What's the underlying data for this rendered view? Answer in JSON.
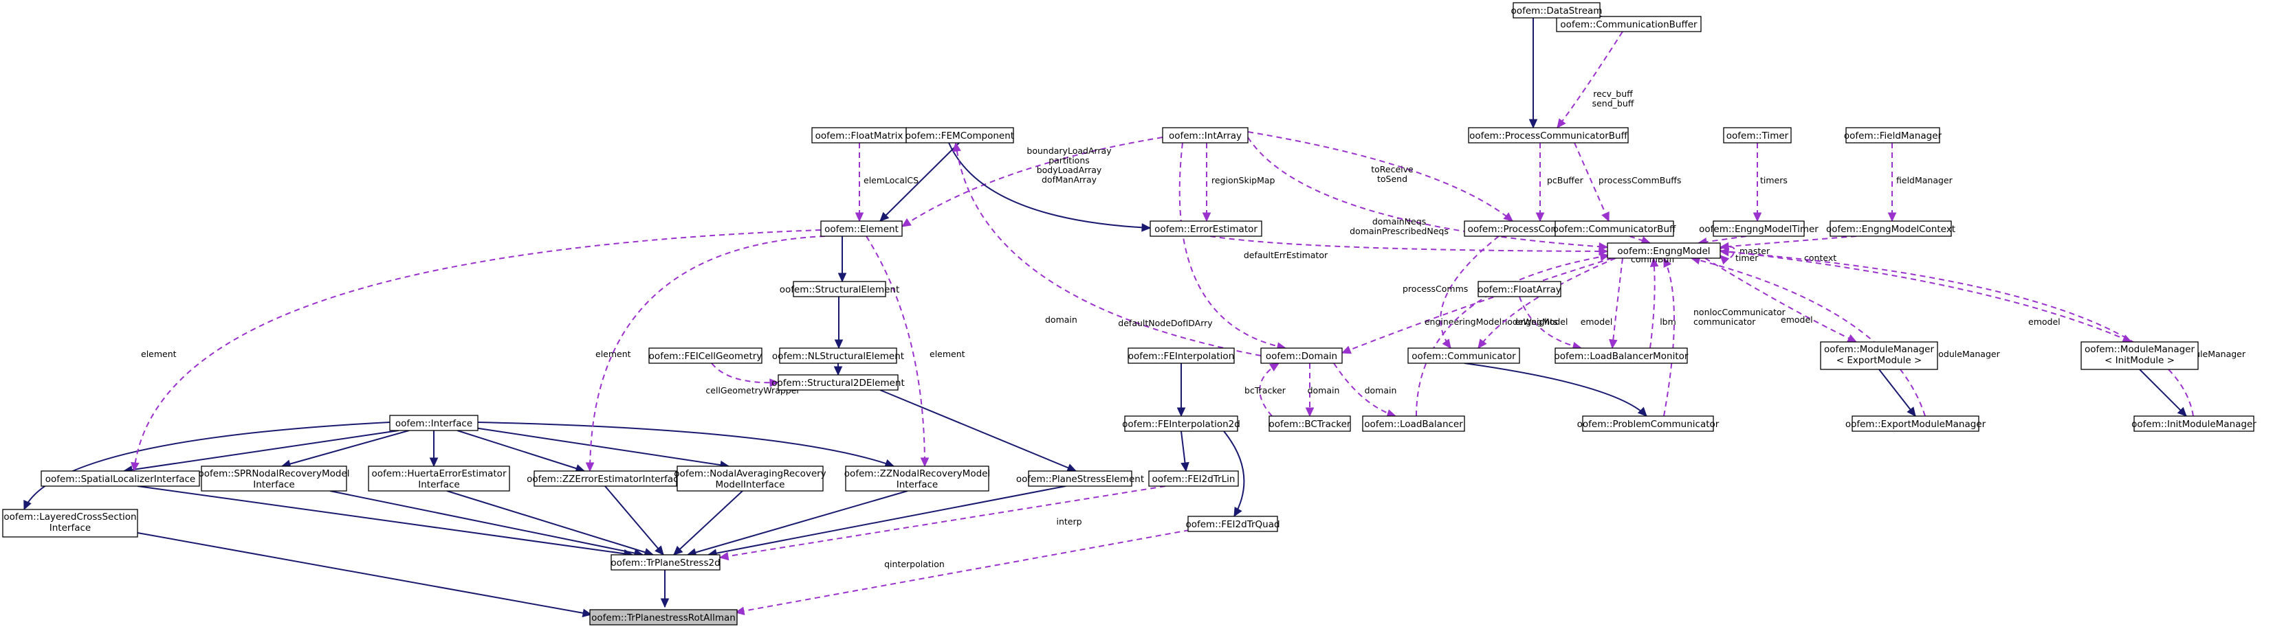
{
  "nodes": [
    {
      "id": "root",
      "lines": [
        "oofem::TrPlanestressRotAllman"
      ]
    },
    {
      "id": "trps2d",
      "lines": [
        "oofem::TrPlaneStress2d"
      ]
    },
    {
      "id": "layered",
      "lines": [
        "oofem::LayeredCrossSection",
        "Interface"
      ]
    },
    {
      "id": "spatial",
      "lines": [
        "oofem::SpatialLocalizerInterface"
      ]
    },
    {
      "id": "spr",
      "lines": [
        "oofem::SPRNodalRecoveryModel",
        "Interface"
      ]
    },
    {
      "id": "huerta",
      "lines": [
        "oofem::HuertaErrorEstimator",
        "Interface"
      ]
    },
    {
      "id": "zzerr",
      "lines": [
        "oofem::ZZErrorEstimatorInterface"
      ]
    },
    {
      "id": "nodalavg",
      "lines": [
        "oofem::NodalAveragingRecovery",
        "ModelInterface"
      ]
    },
    {
      "id": "zznodal",
      "lines": [
        "oofem::ZZNodalRecoveryModel",
        "Interface"
      ]
    },
    {
      "id": "pse",
      "lines": [
        "oofem::PlaneStressElement"
      ]
    },
    {
      "id": "interface",
      "lines": [
        "oofem::Interface"
      ]
    },
    {
      "id": "s2d",
      "lines": [
        "oofem::Structural2DElement"
      ]
    },
    {
      "id": "feicell",
      "lines": [
        "oofem::FEICellGeometry"
      ]
    },
    {
      "id": "nlse",
      "lines": [
        "oofem::NLStructuralElement"
      ]
    },
    {
      "id": "se",
      "lines": [
        "oofem::StructuralElement"
      ]
    },
    {
      "id": "element",
      "lines": [
        "oofem::Element"
      ]
    },
    {
      "id": "floatmatrix",
      "lines": [
        "oofem::FloatMatrix"
      ]
    },
    {
      "id": "femcomp",
      "lines": [
        "oofem::FEMComponent"
      ]
    },
    {
      "id": "intarray",
      "lines": [
        "oofem::IntArray"
      ]
    },
    {
      "id": "errest",
      "lines": [
        "oofem::ErrorEstimator"
      ]
    },
    {
      "id": "domain",
      "lines": [
        "oofem::Domain"
      ]
    },
    {
      "id": "bctracker",
      "lines": [
        "oofem::BCTracker"
      ]
    },
    {
      "id": "feinterp",
      "lines": [
        "oofem::FEInterpolation"
      ]
    },
    {
      "id": "feinterp2d",
      "lines": [
        "oofem::FEInterpolation2d"
      ]
    },
    {
      "id": "fei2dtrlin",
      "lines": [
        "oofem::FEI2dTrLin"
      ]
    },
    {
      "id": "fei2dtrquad",
      "lines": [
        "oofem::FEI2dTrQuad"
      ]
    },
    {
      "id": "floatarray",
      "lines": [
        "oofem::FloatArray"
      ]
    },
    {
      "id": "loadbalancer",
      "lines": [
        "oofem::LoadBalancer"
      ]
    },
    {
      "id": "lbmonitor",
      "lines": [
        "oofem::LoadBalancerMonitor"
      ]
    },
    {
      "id": "communicator",
      "lines": [
        "oofem::Communicator"
      ]
    },
    {
      "id": "probcomm",
      "lines": [
        "oofem::ProblemCommunicator"
      ]
    },
    {
      "id": "proccomm",
      "lines": [
        "oofem::ProcessCommunicator"
      ]
    },
    {
      "id": "proccommbuff",
      "lines": [
        "oofem::ProcessCommunicatorBuff"
      ]
    },
    {
      "id": "commbuffer",
      "lines": [
        "oofem::CommunicationBuffer"
      ]
    },
    {
      "id": "datastream",
      "lines": [
        "oofem::DataStream"
      ]
    },
    {
      "id": "commbuff",
      "lines": [
        "oofem::CommunicatorBuff"
      ]
    },
    {
      "id": "engng",
      "lines": [
        "oofem::EngngModel"
      ]
    },
    {
      "id": "timer",
      "lines": [
        "oofem::Timer"
      ]
    },
    {
      "id": "engngtimer",
      "lines": [
        "oofem::EngngModelTimer"
      ]
    },
    {
      "id": "fieldmgr",
      "lines": [
        "oofem::FieldManager"
      ]
    },
    {
      "id": "engngctx",
      "lines": [
        "oofem::EngngModelContext"
      ]
    },
    {
      "id": "modmgrexp",
      "lines": [
        "oofem::ModuleManager",
        "< ExportModule >"
      ]
    },
    {
      "id": "expmodmgr",
      "lines": [
        "oofem::ExportModuleManager"
      ]
    },
    {
      "id": "modmgrinit",
      "lines": [
        "oofem::ModuleManager",
        "< InitModule >"
      ]
    },
    {
      "id": "initmodmgr",
      "lines": [
        "oofem::InitModuleManager"
      ]
    }
  ],
  "edges": [
    {
      "id": "e-trps-root",
      "kind": "inherit",
      "lines": []
    },
    {
      "id": "e-lay-root",
      "kind": "inherit",
      "lines": []
    },
    {
      "id": "e-quad-root",
      "kind": "usage",
      "lines": [
        "qinterpolation"
      ]
    },
    {
      "id": "e-spatial-trps",
      "kind": "inherit",
      "lines": []
    },
    {
      "id": "e-spr-trps",
      "kind": "inherit",
      "lines": []
    },
    {
      "id": "e-huerta-trps",
      "kind": "inherit",
      "lines": []
    },
    {
      "id": "e-zzerr-trps",
      "kind": "inherit",
      "lines": []
    },
    {
      "id": "e-nodalavg-trps",
      "kind": "inherit",
      "lines": []
    },
    {
      "id": "e-zznodal-trps",
      "kind": "inherit",
      "lines": []
    },
    {
      "id": "e-pse-trps",
      "kind": "inherit",
      "lines": []
    },
    {
      "id": "e-lin-trps",
      "kind": "usage",
      "lines": [
        "interp"
      ]
    },
    {
      "id": "e-if-layered",
      "kind": "inherit",
      "lines": []
    },
    {
      "id": "e-if-spatial",
      "kind": "inherit",
      "lines": []
    },
    {
      "id": "e-if-spr",
      "kind": "inherit",
      "lines": []
    },
    {
      "id": "e-if-huerta",
      "kind": "inherit",
      "lines": []
    },
    {
      "id": "e-if-zzerr",
      "kind": "inherit",
      "lines": []
    },
    {
      "id": "e-if-nodalavg",
      "kind": "inherit",
      "lines": []
    },
    {
      "id": "e-if-zznodal",
      "kind": "inherit",
      "lines": []
    },
    {
      "id": "e-el-spatial",
      "kind": "usage",
      "lines": [
        "element"
      ]
    },
    {
      "id": "e-el-zzerr",
      "kind": "usage",
      "lines": [
        "element"
      ]
    },
    {
      "id": "e-el-zznodal",
      "kind": "usage",
      "lines": [
        "element"
      ]
    },
    {
      "id": "e-s2d-pse",
      "kind": "inherit",
      "lines": []
    },
    {
      "id": "e-nlse-s2d",
      "kind": "inherit",
      "lines": []
    },
    {
      "id": "e-feicell-s2d",
      "kind": "usage",
      "lines": [
        "cellGeometryWrapper"
      ]
    },
    {
      "id": "e-se-nlse",
      "kind": "inherit",
      "lines": []
    },
    {
      "id": "e-el-se",
      "kind": "inherit",
      "lines": []
    },
    {
      "id": "e-fm-el",
      "kind": "usage",
      "lines": [
        "elemLocalCS"
      ]
    },
    {
      "id": "e-fem-el",
      "kind": "inherit",
      "lines": []
    },
    {
      "id": "e-ia-el",
      "kind": "usage",
      "lines": [
        "boundaryLoadArray",
        "partitions",
        "bodyLoadArray",
        "dofManArray"
      ]
    },
    {
      "id": "e-fem-err",
      "kind": "inherit",
      "lines": []
    },
    {
      "id": "e-ia-err",
      "kind": "usage",
      "lines": [
        "regionSkipMap"
      ]
    },
    {
      "id": "e-dom-el",
      "kind": "usage",
      "lines": [
        "domain"
      ]
    },
    {
      "id": "e-ia-dom",
      "kind": "usage",
      "lines": [
        "defaultNodeDofIDArry"
      ]
    },
    {
      "id": "e-bc-dom",
      "kind": "usage",
      "lines": [
        "bcTracker"
      ]
    },
    {
      "id": "e-dom-bc",
      "kind": "usage",
      "lines": [
        "domain"
      ]
    },
    {
      "id": "e-dom-lb",
      "kind": "usage",
      "lines": [
        "domain"
      ]
    },
    {
      "id": "e-fei-fei2d",
      "kind": "inherit",
      "lines": []
    },
    {
      "id": "e-fei2d-lin",
      "kind": "inherit",
      "lines": []
    },
    {
      "id": "e-fei2d-quad",
      "kind": "inherit",
      "lines": []
    },
    {
      "id": "e-engng-dom",
      "kind": "usage",
      "lines": [
        "engineeringModel"
      ]
    },
    {
      "id": "e-err-engng",
      "kind": "usage",
      "lines": [
        "defaultErrEstimator"
      ]
    },
    {
      "id": "e-ia-engng",
      "kind": "usage",
      "lines": [
        "domainNeqs",
        "domainPrescribedNeqs"
      ]
    },
    {
      "id": "e-fa-lbm",
      "kind": "usage",
      "lines": [
        "nodeWeights"
      ]
    },
    {
      "id": "e-engng-lbm",
      "kind": "usage",
      "lines": [
        "emodel"
      ]
    },
    {
      "id": "e-lbm-engng",
      "kind": "usage",
      "lines": [
        "lbm"
      ]
    },
    {
      "id": "e-lb-engng",
      "kind": "usage",
      "lines": [
        "lb"
      ]
    },
    {
      "id": "e-engng-comm",
      "kind": "usage",
      "lines": [
        "engngModel"
      ]
    },
    {
      "id": "e-comm-probcomm",
      "kind": "inherit",
      "lines": []
    },
    {
      "id": "e-probcomm-engng",
      "kind": "usage",
      "lines": [
        "nonlocCommunicator",
        "communicator"
      ]
    },
    {
      "id": "e-pc-comm",
      "kind": "usage",
      "lines": [
        "processComms"
      ]
    },
    {
      "id": "e-ia-pc",
      "kind": "usage",
      "lines": [
        "toReceive",
        "toSend"
      ]
    },
    {
      "id": "e-pcb-pc",
      "kind": "usage",
      "lines": [
        "pcBuffer"
      ]
    },
    {
      "id": "e-pcb-cb",
      "kind": "usage",
      "lines": [
        "processCommBuffs"
      ]
    },
    {
      "id": "e-cbuf-pcb",
      "kind": "usage",
      "lines": [
        "recv_buff",
        "send_buff"
      ]
    },
    {
      "id": "e-ds-cbuf",
      "kind": "inherit",
      "lines": []
    },
    {
      "id": "e-ds-pcb",
      "kind": "inherit",
      "lines": []
    },
    {
      "id": "e-cb-engng",
      "kind": "usage",
      "lines": [
        "commBuff"
      ]
    },
    {
      "id": "e-timer-et",
      "kind": "usage",
      "lines": [
        "timers"
      ]
    },
    {
      "id": "e-et-engng",
      "kind": "usage",
      "lines": [
        "timer"
      ]
    },
    {
      "id": "e-fm-ctx",
      "kind": "usage",
      "lines": [
        "fieldManager"
      ]
    },
    {
      "id": "e-ctx-engng",
      "kind": "usage",
      "lines": [
        "context"
      ]
    },
    {
      "id": "e-engng-engng",
      "kind": "usage",
      "lines": [
        "master"
      ]
    },
    {
      "id": "e-engng-mme",
      "kind": "usage",
      "lines": [
        "emodel"
      ]
    },
    {
      "id": "e-mme-emm",
      "kind": "inherit",
      "lines": []
    },
    {
      "id": "e-emm-engng",
      "kind": "usage",
      "lines": [
        "exportModuleManager"
      ]
    },
    {
      "id": "e-engng-mmi",
      "kind": "usage",
      "lines": [
        "emodel"
      ]
    },
    {
      "id": "e-mmi-imm",
      "kind": "inherit",
      "lines": []
    },
    {
      "id": "e-imm-engng",
      "kind": "usage",
      "lines": [
        "initModuleManager"
      ]
    }
  ]
}
